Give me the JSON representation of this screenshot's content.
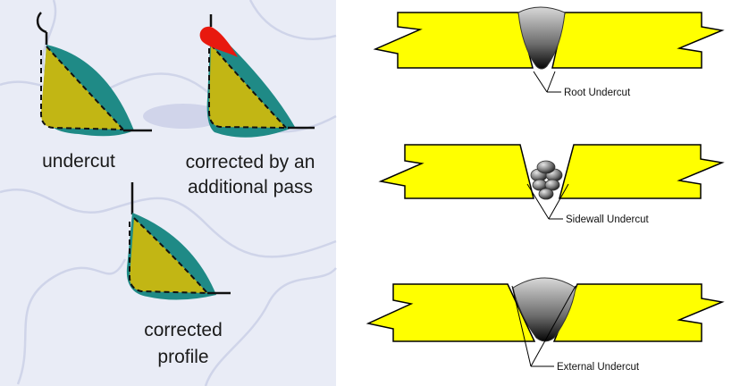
{
  "left_panel": {
    "labels": {
      "undercut": "undercut",
      "corrected_by_pass_line1": "corrected by an",
      "corrected_by_pass_line2": "additional pass",
      "corrected_profile_line1": "corrected",
      "corrected_profile_line2": "profile"
    },
    "colors": {
      "background": "#e9ecf6",
      "weld_fill": "#c2b614",
      "weld_edge": "#1f8a86",
      "additional_pass": "#e8190f"
    }
  },
  "right_panel": {
    "labels": {
      "root": "Root Undercut",
      "sidewall": "Sidewall Undercut",
      "external": "External Undercut"
    },
    "colors": {
      "plate": "#ffff00",
      "outline": "#000000"
    }
  }
}
